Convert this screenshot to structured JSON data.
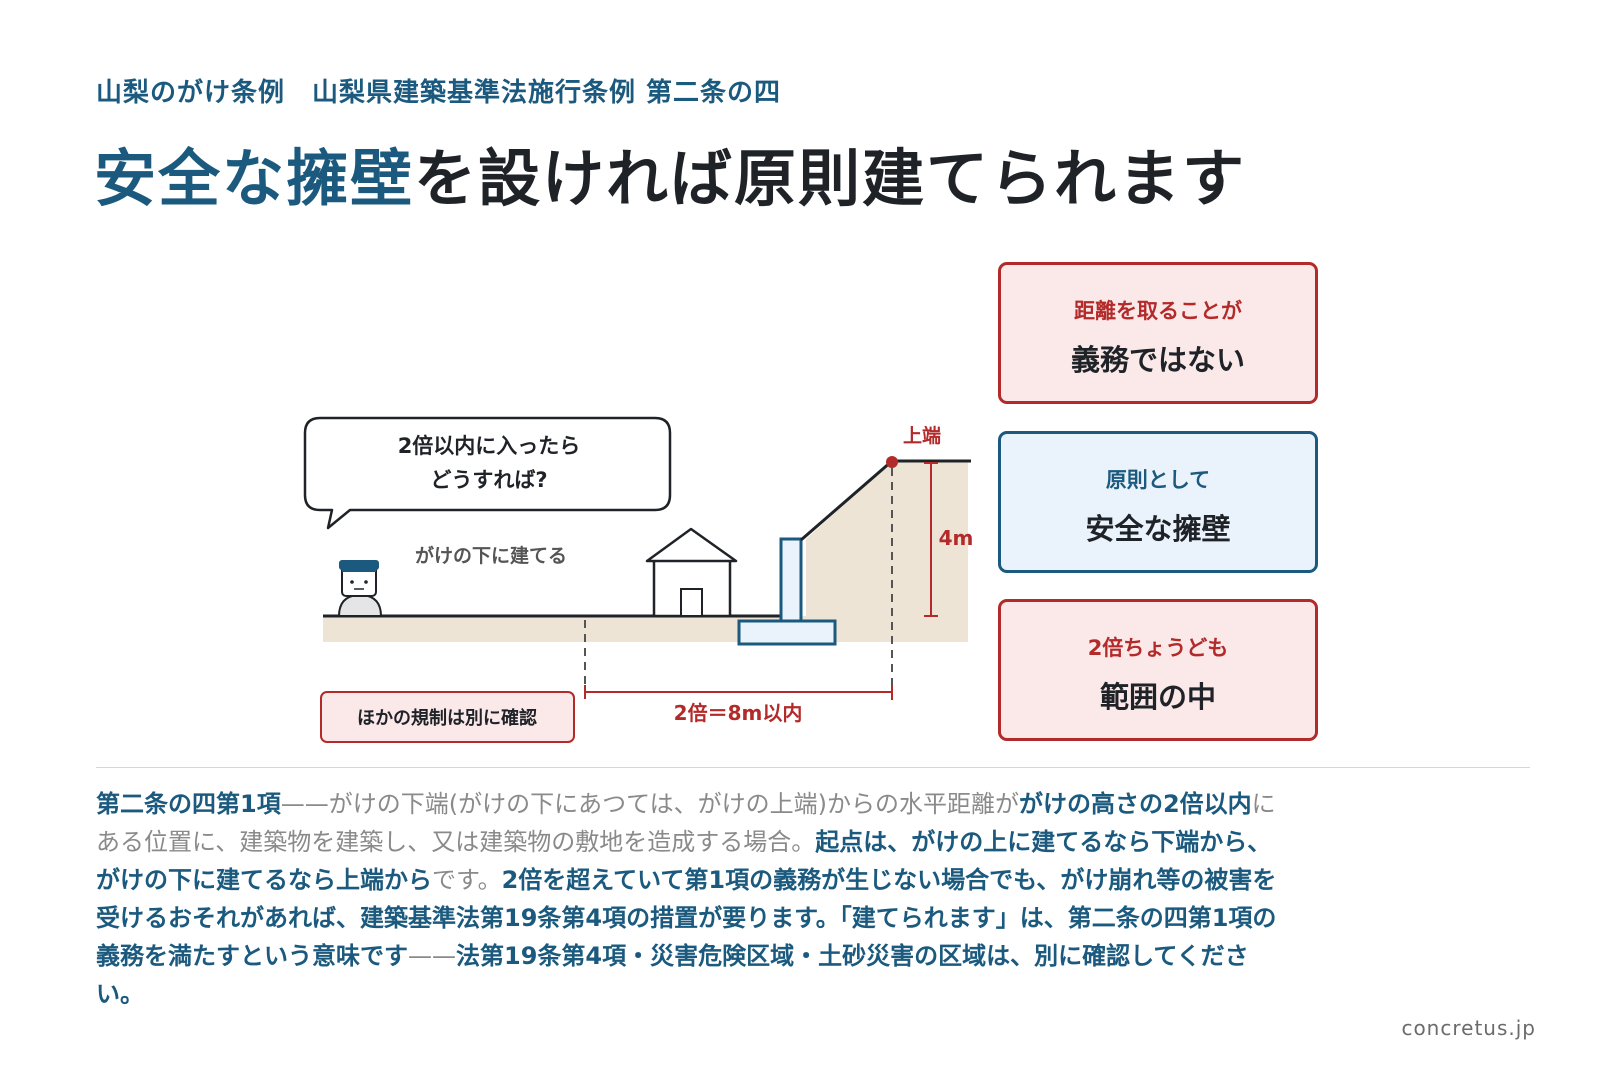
{
  "header": {
    "subtitle": "山梨のがけ条例　山梨県建築基準法施行条例 第二条の四",
    "title_highlight": "安全な擁壁",
    "title_rest": "を設ければ原則建てられます"
  },
  "diagram": {
    "speech_line1": "2倍以内に入ったら",
    "speech_line2": "どうすれば?",
    "below_cliff_label": "がけの下に建てる",
    "top_edge_label": "上端",
    "height_label": "4m",
    "distance_label": "2倍＝8m以内",
    "other_rules_label": "ほかの規制は別に確認"
  },
  "cards": [
    {
      "small": "距離を取ることが",
      "big": "義務ではない",
      "style": "red"
    },
    {
      "small": "原則として",
      "big": "安全な擁壁",
      "style": "blue"
    },
    {
      "small": "2倍ちょうども",
      "big": "範囲の中",
      "style": "red"
    }
  ],
  "body": {
    "s1": "第二条の四第1項",
    "s2": "——がけの下端(がけの下にあつては、がけの上端)からの水平距離が",
    "s3": "がけの高さの2倍以内",
    "s4": "にある位置に、建築物を建築し、又は建築物の敷地を造成する場合。",
    "s5": "起点は、がけの上に建てるなら下端から、がけの下に建てるなら上端から",
    "s6": "です。",
    "s7": "2倍を超えていて第1項の義務が生じない場合でも、がけ崩れ等の被害を受けるおそれがあれば、建築基準法第19条第4項の措置が要ります。「建てられます」は、第二条の四第1項の義務を満たすという意味です",
    "s8": "——",
    "s9": "法第19条第4項・災害危険区域・土砂災害の区域は、別に確認してください。"
  },
  "footer": {
    "site": "concretus.jp"
  },
  "colors": {
    "accent_blue": "#1b5a7e",
    "accent_red": "#b32a2a",
    "ground": "#ede4d6"
  }
}
